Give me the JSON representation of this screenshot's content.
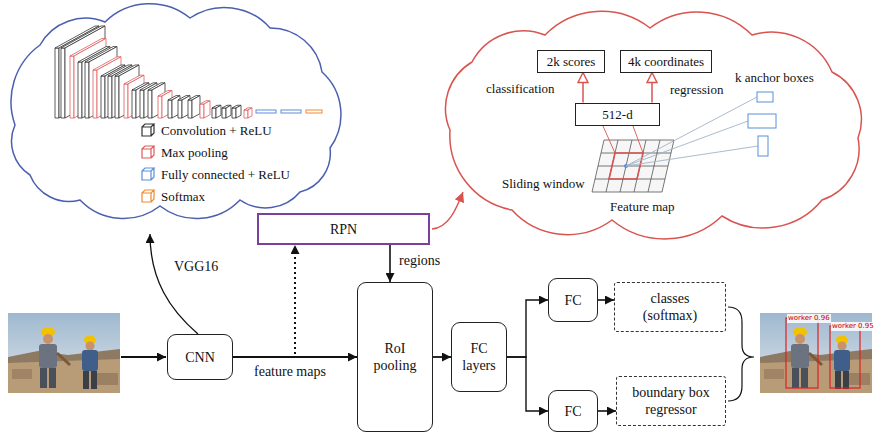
{
  "diagram": {
    "nodes": [
      {
        "text": [
          "2k scores"
        ]
      },
      {
        "text": [
          "4k coordinates"
        ]
      },
      {
        "text": [
          "512-d"
        ]
      },
      {
        "text": [
          "RPN"
        ]
      },
      {
        "text": [
          "RoI pooling"
        ]
      },
      {
        "text": [
          "CNN"
        ]
      },
      {
        "text": [
          "FC layers"
        ]
      },
      {
        "text": [
          "FC"
        ]
      },
      {
        "text": [
          "classes (softmax)"
        ]
      },
      {
        "text": [
          "FC"
        ]
      },
      {
        "text": [
          "boundary box regressor"
        ]
      }
    ],
    "edges": [
      {
        "from": 2,
        "to": 0,
        "arrow": "to"
      },
      {
        "from": 2,
        "to": 1,
        "arrow": "to"
      },
      {
        "from": 5,
        "to": 3,
        "arrow": "to"
      },
      {
        "from": 5,
        "to": 4,
        "label": "feature maps",
        "arrow": "to"
      },
      {
        "from": 3,
        "to": 4,
        "label": "regions",
        "arrow": "to"
      },
      {
        "from": 4,
        "to": 6,
        "arrow": "to"
      },
      {
        "from": 6,
        "to": 7,
        "arrow": "to"
      },
      {
        "from": 6,
        "to": 9,
        "arrow": "to"
      },
      {
        "from": 7,
        "to": 8,
        "arrow": "to"
      },
      {
        "from": 9,
        "to": 10,
        "arrow": "to"
      }
    ],
    "labels": [
      "VGG16",
      "classification",
      "regression",
      "k anchor boxes",
      "Sliding window",
      "Feature map",
      "worker 0.96",
      "worker 0.95"
    ],
    "legend": [
      {
        "text": "Convolution + ReLU",
        "color": "#333333"
      },
      {
        "text": "Max pooling",
        "color": "#e05a5a"
      },
      {
        "text": "Fully connected + ReLU",
        "color": "#5b8fd9"
      },
      {
        "text": "Softmax",
        "color": "#f08a30"
      }
    ]
  }
}
